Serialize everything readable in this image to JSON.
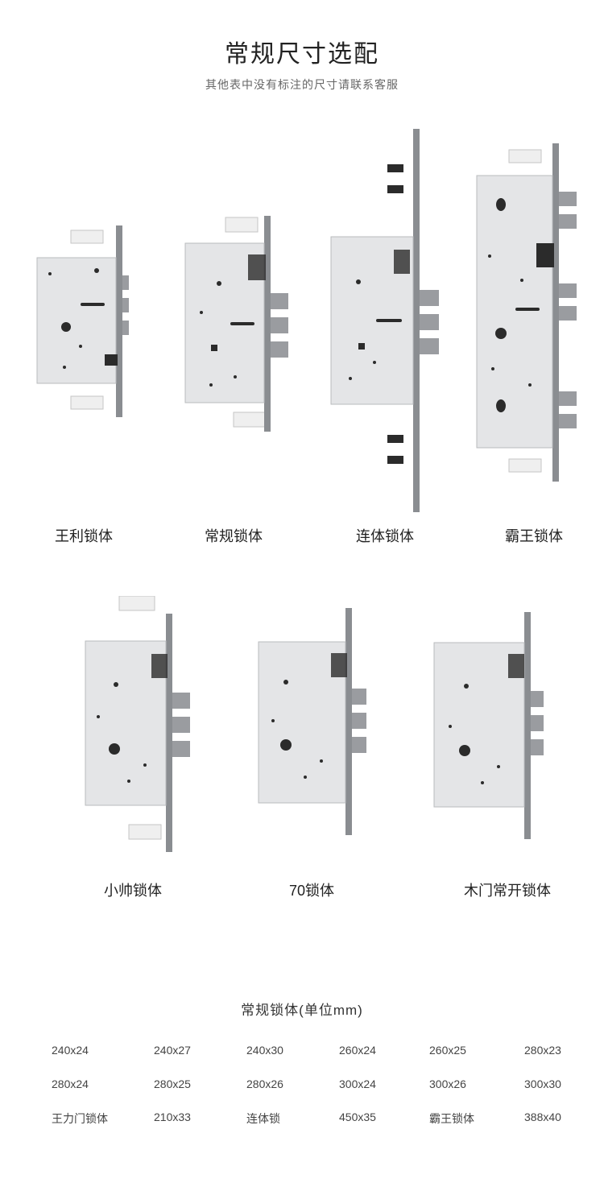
{
  "header": {
    "title": "常规尺寸选配",
    "subtitle": "其他表中没有标注的尺寸请联系客服"
  },
  "products": [
    {
      "id": "wangli",
      "label": "王利锁体"
    },
    {
      "id": "changgui",
      "label": "常规锁体"
    },
    {
      "id": "liant",
      "label": "连体锁体"
    },
    {
      "id": "bawang",
      "label": "霸王锁体"
    },
    {
      "id": "xiaoshuai",
      "label": "小帅锁体"
    },
    {
      "id": "s70",
      "label": "70锁体"
    },
    {
      "id": "mumen",
      "label": "木门常开锁体"
    }
  ],
  "size_table": {
    "title": "常规锁体(单位mm)",
    "rows": [
      [
        "240x24",
        "240x27",
        "240x30",
        "260x24",
        "260x25",
        "280x23"
      ],
      [
        "280x24",
        "280x25",
        "280x26",
        "300x24",
        "300x26",
        "300x30"
      ],
      [
        "王力门锁体",
        "210x33",
        "连体锁",
        "450x35",
        "霸王锁体",
        "388x40"
      ]
    ]
  },
  "colors": {
    "plate": "#e4e5e7",
    "plate_edge": "#b9bbbe",
    "faceplate": "#8a8d91",
    "hole": "#2b2b2b",
    "bracket": "#f1f1f1"
  }
}
